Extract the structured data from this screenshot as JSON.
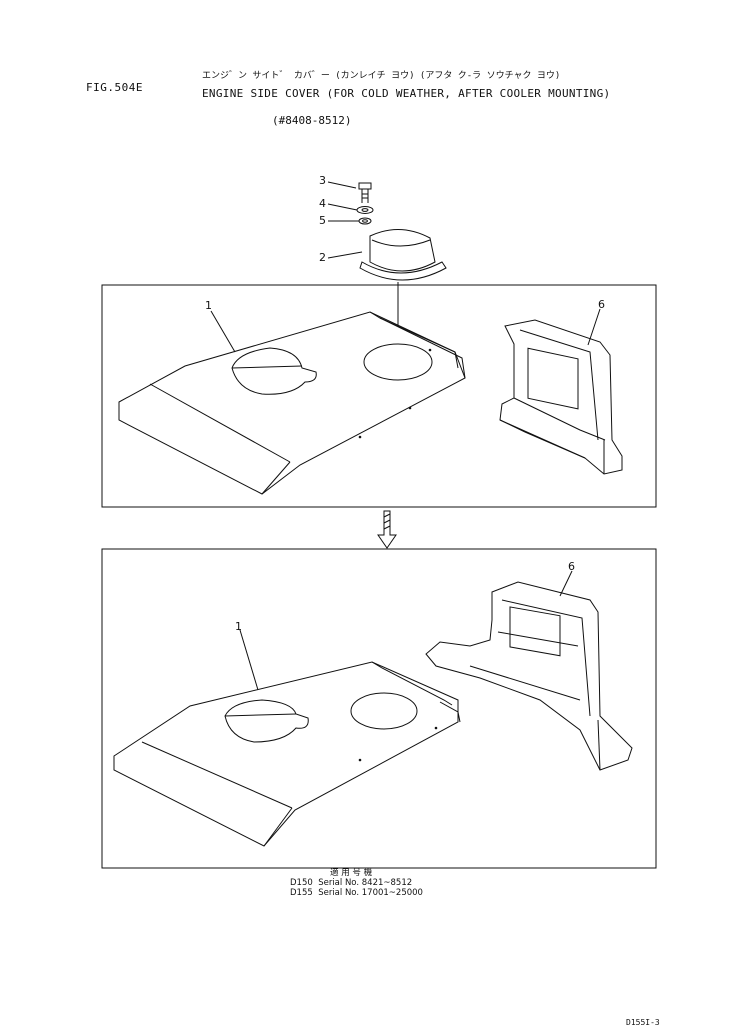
{
  "header": {
    "fig_label": "FIG.504E",
    "title_jp": "エンジ゛ン サイト゛ カバ゛ー (カンレイチ ヨウ) (アフタ ク-ラ ソウチャク ヨウ)",
    "title_en": "ENGINE SIDE COVER (FOR COLD WEATHER, AFTER COOLER MOUNTING)",
    "serial_range": "(#8408-8512)"
  },
  "callouts": {
    "c1_top": "1",
    "c1_bottom": "1",
    "c2": "2",
    "c3": "3",
    "c4": "4",
    "c5": "5",
    "c6_top": "6",
    "c6_bottom": "6"
  },
  "serials": {
    "heading": "適 用 号 機",
    "rows": [
      {
        "model": "D150",
        "text": "Serial No. 8421~8512"
      },
      {
        "model": "D155",
        "text": "Serial No. 17001~25000"
      }
    ]
  },
  "footer": {
    "page_code": "D155I-3"
  }
}
